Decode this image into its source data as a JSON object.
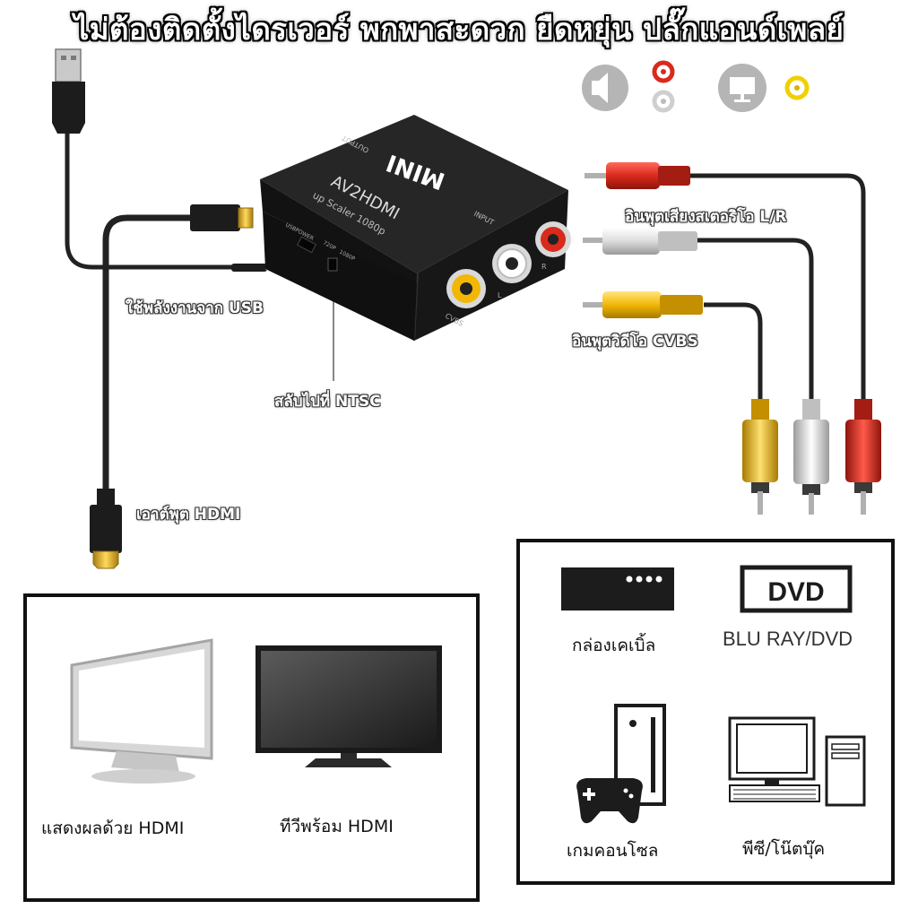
{
  "headline": "ไม่ต้องติดตั้งไดรเวอร์ พกพาสะดวก ยืดหยุ่น ปลั๊กแอนด์เพลย์",
  "device": {
    "brand": "MINI",
    "model": "AV2HDMI",
    "subtitle": "up Scaler 1080p",
    "port_labels": {
      "output": "OUTPUT",
      "input": "INPUT",
      "usb_power": "USBPOWER",
      "mode_720": "720P",
      "mode_1080": "1080P",
      "cvbs": "CVBS",
      "left": "L",
      "right": "R"
    }
  },
  "callouts": {
    "audio_input": "อินพุตเสียงสเตอริโอ L/R",
    "video_input": "อินพุตวิดีโอ CVBS",
    "usb_power": "ใช้พลังงานจาก USB",
    "ntsc_switch": "สลับไปที่ NTSC",
    "hdmi_output": "เอาต์พุต HDMI"
  },
  "output_devices": [
    {
      "label": "แสดงผลด้วย HDMI",
      "icon": "monitor-icon"
    },
    {
      "label": "ทีวีพร้อม HDMI",
      "icon": "tv-icon"
    }
  ],
  "source_devices": [
    {
      "label": "กล่องเคเบิ้ล",
      "icon": "cable-box-icon"
    },
    {
      "label": "BLU RAY/DVD",
      "icon": "dvd-icon",
      "badge": "DVD"
    },
    {
      "label": "เกมคอนโซล",
      "icon": "game-console-icon"
    },
    {
      "label": "พีซี/โน๊ตบุ๊ค",
      "icon": "pc-icon"
    }
  ],
  "colors": {
    "rca_red": "#d92a1c",
    "rca_white": "#e6e6e6",
    "rca_yellow": "#f2b705",
    "device_body": "#1b1b1b",
    "icon_gray": "#b5b5b5"
  }
}
